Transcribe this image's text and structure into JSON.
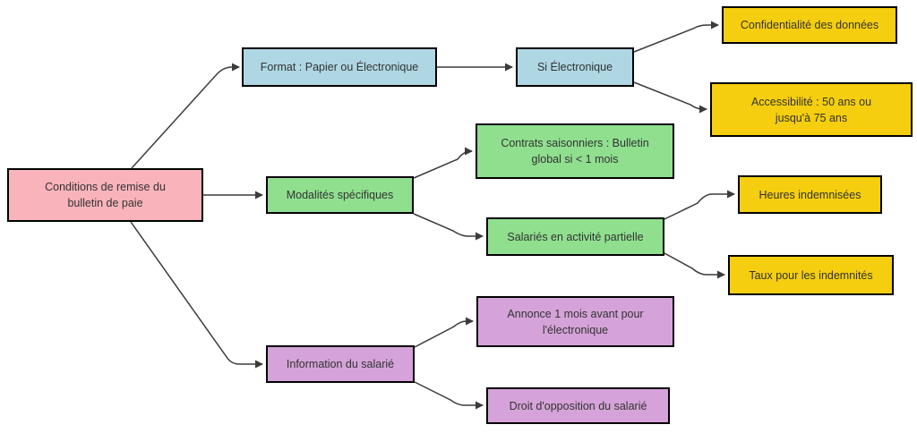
{
  "diagram": {
    "type": "flowchart-mindmap",
    "background": "#FFFFFF",
    "colors": {
      "root_pink": "#F9B3BB",
      "blue": "#AED7E3",
      "green": "#8FDF8F",
      "yellow": "#F5CE0F",
      "purple": "#D5A3D9",
      "node_border": "#000000",
      "edge_line": "#3B3B3B",
      "text": "#333333"
    },
    "nodes": {
      "root": {
        "label": "Conditions de remise du bulletin de paie",
        "color_key": "root_pink"
      },
      "format": {
        "label": "Format : Papier ou Électronique",
        "color_key": "blue"
      },
      "si_electronique": {
        "label": "Si Électronique",
        "color_key": "blue"
      },
      "confidentialite": {
        "label": "Confidentialité des données",
        "color_key": "yellow"
      },
      "accessibilite": {
        "label": "Accessibilité : 50 ans ou jusqu'à 75 ans",
        "color_key": "yellow"
      },
      "modalites": {
        "label": "Modalités spécifiques",
        "color_key": "green"
      },
      "contrats": {
        "label": "Contrats saisonniers : Bulletin global si < 1 mois",
        "color_key": "green"
      },
      "salaries": {
        "label": "Salariés en activité partielle",
        "color_key": "green"
      },
      "heures": {
        "label": "Heures indemnisées",
        "color_key": "yellow"
      },
      "taux": {
        "label": "Taux pour les indemnités",
        "color_key": "yellow"
      },
      "information": {
        "label": "Information du salarié",
        "color_key": "purple"
      },
      "annonce": {
        "label": "Annonce 1 mois avant pour l'électronique",
        "color_key": "purple"
      },
      "droit": {
        "label": "Droit d'opposition du salarié",
        "color_key": "purple"
      }
    },
    "edges": [
      {
        "from": "root",
        "to": "format"
      },
      {
        "from": "format",
        "to": "si_electronique"
      },
      {
        "from": "si_electronique",
        "to": "confidentialite"
      },
      {
        "from": "si_electronique",
        "to": "accessibilite"
      },
      {
        "from": "root",
        "to": "modalites"
      },
      {
        "from": "modalites",
        "to": "contrats"
      },
      {
        "from": "modalites",
        "to": "salaries"
      },
      {
        "from": "salaries",
        "to": "heures"
      },
      {
        "from": "salaries",
        "to": "taux"
      },
      {
        "from": "root",
        "to": "information"
      },
      {
        "from": "information",
        "to": "annonce"
      },
      {
        "from": "information",
        "to": "droit"
      }
    ]
  }
}
